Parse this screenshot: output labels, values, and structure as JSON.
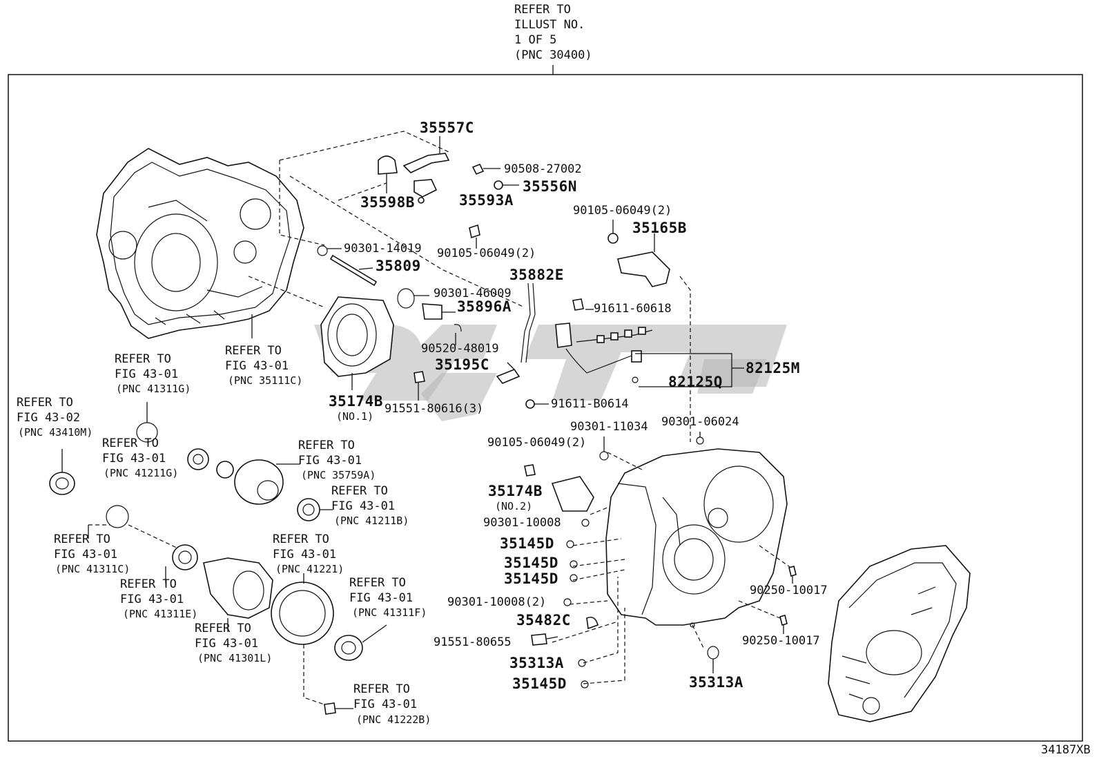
{
  "drawing_id": "34187XB",
  "top_reference": [
    "REFER TO",
    "ILLUST NO.",
    "1 OF 5",
    "(PNC 30400)"
  ],
  "part_numbers": {
    "p35557C": "35557C",
    "p90508_27002": "90508-27002",
    "p35598B": "35598B",
    "p35556N": "35556N",
    "p35593A": "35593A",
    "p90105_06049_2a": "90105-06049(2)",
    "p35165B": "35165B",
    "p90105_06049_2b": "90105-06049(2)",
    "p90301_14019": "90301-14019",
    "p35809": "35809",
    "p35882E": "35882E",
    "p90301_46009": "90301-46009",
    "p35896A": "35896A",
    "p91611_60618": "91611-60618",
    "p90520_48019": "90520-48019",
    "p35195C": "35195C",
    "p82125M": "82125M",
    "p82125Q": "82125Q",
    "p35174B_1": "35174B",
    "p35174B_1_note": "(NO.1)",
    "p91551_80616_3": "91551-80616(3)",
    "p91611_B0614": "91611-B0614",
    "p90301_11034": "90301-11034",
    "p90301_06024": "90301-06024",
    "p90105_06049_2c": "90105-06049(2)",
    "p35174B_2": "35174B",
    "p35174B_2_note": "(NO.2)",
    "p90301_10008": "90301-10008",
    "p35145D_a": "35145D",
    "p35145D_b": "35145D",
    "p35145D_c": "35145D",
    "p90301_10008_2": "90301-10008(2)",
    "p35482C": "35482C",
    "p91551_80655": "91551-80655",
    "p35313A_a": "35313A",
    "p35145D_d": "35145D",
    "p35313A_b": "35313A",
    "p90250_10017_a": "90250-10017",
    "p90250_10017_b": "90250-10017"
  },
  "references": {
    "r1": {
      "l1": "REFER TO",
      "l2": "FIG 43-01",
      "l3": "(PNC 35111C)"
    },
    "r2": {
      "l1": "REFER TO",
      "l2": "FIG 43-01",
      "l3": "(PNC 41311G)"
    },
    "r3": {
      "l1": "REFER TO",
      "l2": "FIG 43-02",
      "l3": "(PNC 43410M)"
    },
    "r4": {
      "l1": "REFER TO",
      "l2": "FIG 43-01",
      "l3": "(PNC 41211G)"
    },
    "r5": {
      "l1": "REFER TO",
      "l2": "FIG 43-01",
      "l3": "(PNC 35759A)"
    },
    "r6": {
      "l1": "REFER TO",
      "l2": "FIG 43-01",
      "l3": "(PNC 41211B)"
    },
    "r7": {
      "l1": "REFER TO",
      "l2": "FIG 43-01",
      "l3": "(PNC 41311C)"
    },
    "r8": {
      "l1": "REFER TO",
      "l2": "FIG 43-01",
      "l3": "(PNC 41221)"
    },
    "r9": {
      "l1": "REFER TO",
      "l2": "FIG 43-01",
      "l3": "(PNC 41311E)"
    },
    "r10": {
      "l1": "REFER TO",
      "l2": "FIG 43-01",
      "l3": "(PNC 41311F)"
    },
    "r11": {
      "l1": "REFER TO",
      "l2": "FIG 43-01",
      "l3": "(PNC 41301L)"
    },
    "r12": {
      "l1": "REFER TO",
      "l2": "FIG 43-01",
      "l3": "(PNC 41222B)"
    }
  },
  "watermark": "logo-watermark"
}
